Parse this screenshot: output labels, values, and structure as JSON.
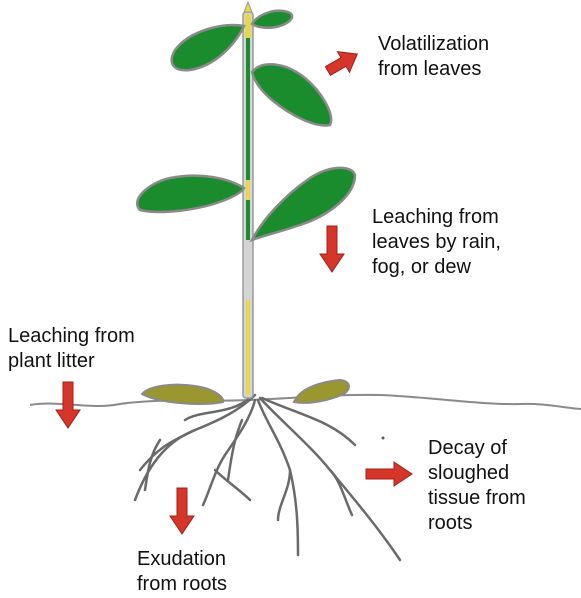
{
  "colors": {
    "leaf": "#1a8c2e",
    "leaf_outline": "#8a8a8a",
    "stem": "#c9c9c9",
    "stem_inner": "#1a8c2e",
    "stem_yellow": "#e6d84a",
    "litter": "#9a9630",
    "arrow": "#d6352a",
    "ground": "#8a8a8a",
    "root": "#5a5a5a"
  },
  "labels": {
    "volatilization": {
      "line1": "Volatilization",
      "line2": "from leaves"
    },
    "leaching_leaves": {
      "line1": "Leaching from",
      "line2": "leaves by rain,",
      "line3": "fog, or dew"
    },
    "leaching_litter": {
      "line1": "Leaching from",
      "line2": "plant litter"
    },
    "decay": {
      "line1": "Decay of",
      "line2": "sloughed",
      "line3": "tissue from",
      "line4": "roots"
    },
    "exudation": {
      "line1": "Exudation",
      "line2": "from roots"
    }
  },
  "icons": {
    "arrows": [
      "arrow-right-icon",
      "arrow-down-icon"
    ]
  }
}
